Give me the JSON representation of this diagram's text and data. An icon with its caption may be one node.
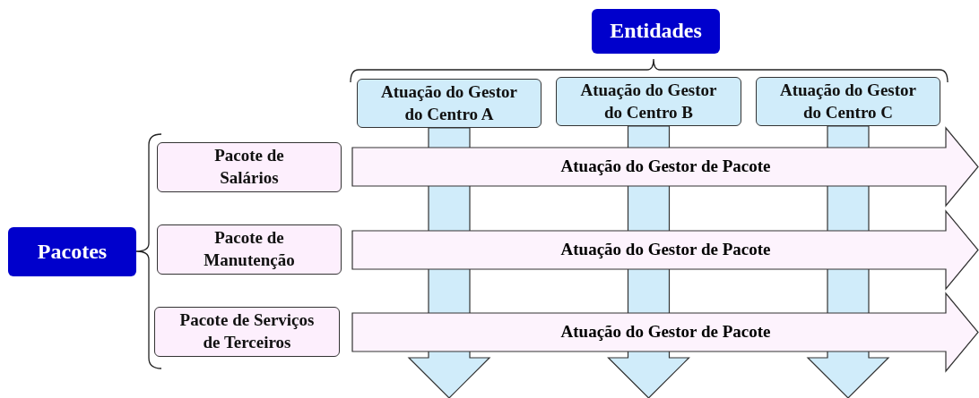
{
  "diagram": {
    "nodes": [
      {
        "text": [
          "Entidades"
        ]
      },
      {
        "text": [
          "Atuação do Gestor do Centro A"
        ]
      },
      {
        "text": [
          "Atuação do Gestor do Centro B"
        ]
      },
      {
        "text": [
          "Atuação do Gestor do Centro C"
        ]
      },
      {
        "text": [
          "Pacotes"
        ]
      },
      {
        "text": [
          "Pacote de Salários"
        ]
      },
      {
        "text": [
          "Atuação do Gestor de Pacote"
        ]
      },
      {
        "text": [
          "Pacote de Manutenção"
        ]
      },
      {
        "text": [
          "Atuação do Gestor de Pacote"
        ]
      },
      {
        "text": [
          "Pacote de Serviços de Terceiros"
        ]
      },
      {
        "text": [
          "Atuação do Gestor de Pacote"
        ]
      }
    ],
    "edges": [
      {
        "from": 1,
        "to": null,
        "arrow": "to",
        "style": "thick"
      },
      {
        "from": 2,
        "to": null,
        "arrow": "to",
        "style": "thick"
      },
      {
        "from": 3,
        "to": null,
        "arrow": "to",
        "style": "thick"
      }
    ]
  }
}
